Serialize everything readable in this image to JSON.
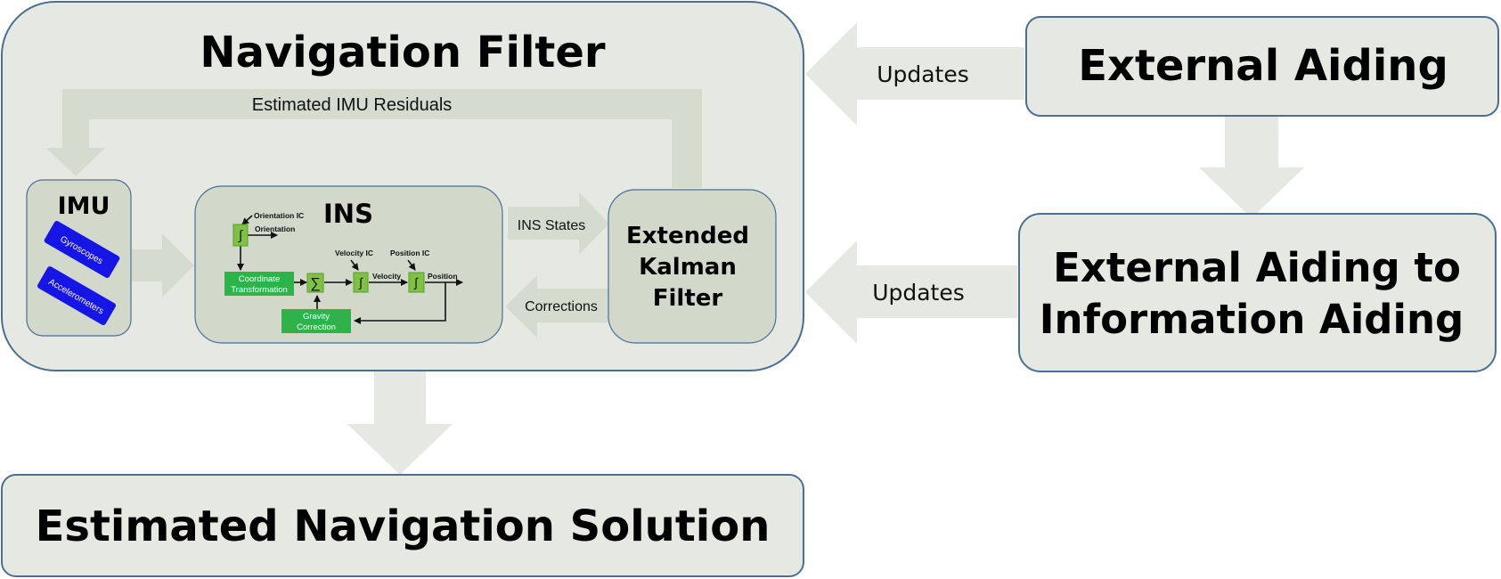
{
  "navigation_filter": {
    "title": "Navigation Filter",
    "feedback_label": "Estimated IMU Residuals"
  },
  "imu": {
    "title": "IMU",
    "sensors": [
      "Gyroscopes",
      "Accelerometers"
    ]
  },
  "ins": {
    "title": "INS",
    "orientation_ic": "Orientation IC",
    "orientation": "Orientation",
    "coordinate_transformation": [
      "Coordinate",
      "Transformation"
    ],
    "velocity_ic": "Velocity IC",
    "velocity": "Velocity",
    "position_ic": "Position IC",
    "position": "Position",
    "gravity_correction": [
      "Gravity",
      "Correction"
    ],
    "sum_symbol": "∑",
    "integral_symbol": "∫"
  },
  "ekf": {
    "lines": [
      "Extended",
      "Kalman",
      "Filter"
    ]
  },
  "arrows": {
    "ins_states": "INS States",
    "corrections": "Corrections",
    "updates_top": "Updates",
    "updates_bottom": "Updates"
  },
  "external_aiding": {
    "title": "External Aiding"
  },
  "information_aiding": {
    "lines": [
      "External Aiding to",
      "Information Aiding"
    ]
  },
  "solution": {
    "title": "Estimated Navigation Solution"
  },
  "colors": {
    "panel_fill": "#e6e9e1",
    "panel_border": "#4a6f95",
    "inner_fill": "#d2d9cb",
    "arrow_fill": "#d5dbcf",
    "sensor_blue": "#1515e6",
    "block_green": "#2db34a",
    "integrator_green": "#7fc241"
  }
}
